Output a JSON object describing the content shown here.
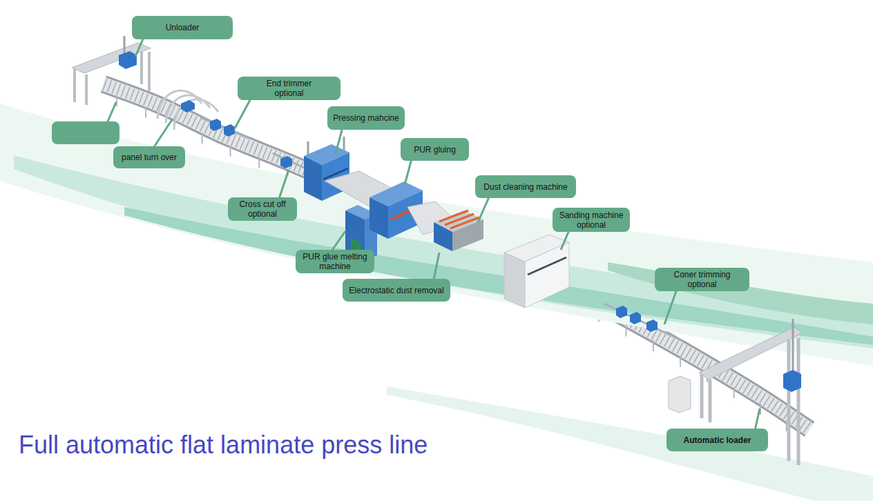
{
  "diagram": {
    "title": "Full automatic flat laminate press line",
    "nodes": [
      {
        "text": [
          "Unloader"
        ]
      },
      {
        "text": [
          "End trimmer optional"
        ]
      },
      {
        "text": [
          "Pressing mahcine"
        ]
      },
      {
        "text": [
          "PUR gluing"
        ]
      },
      {
        "text": [
          "panel turn over"
        ]
      },
      {
        "text": [
          "Dust cleaning machine"
        ]
      },
      {
        "text": [
          "Cross cut off optional"
        ]
      },
      {
        "text": [
          "Sanding machine optional"
        ]
      },
      {
        "text": [
          "PUR glue melting machine"
        ]
      },
      {
        "text": [
          "Coner trimming optional"
        ]
      },
      {
        "text": [
          "Electrostatic dust removal"
        ]
      },
      {
        "text": [
          "Automatic loader"
        ]
      }
    ]
  }
}
